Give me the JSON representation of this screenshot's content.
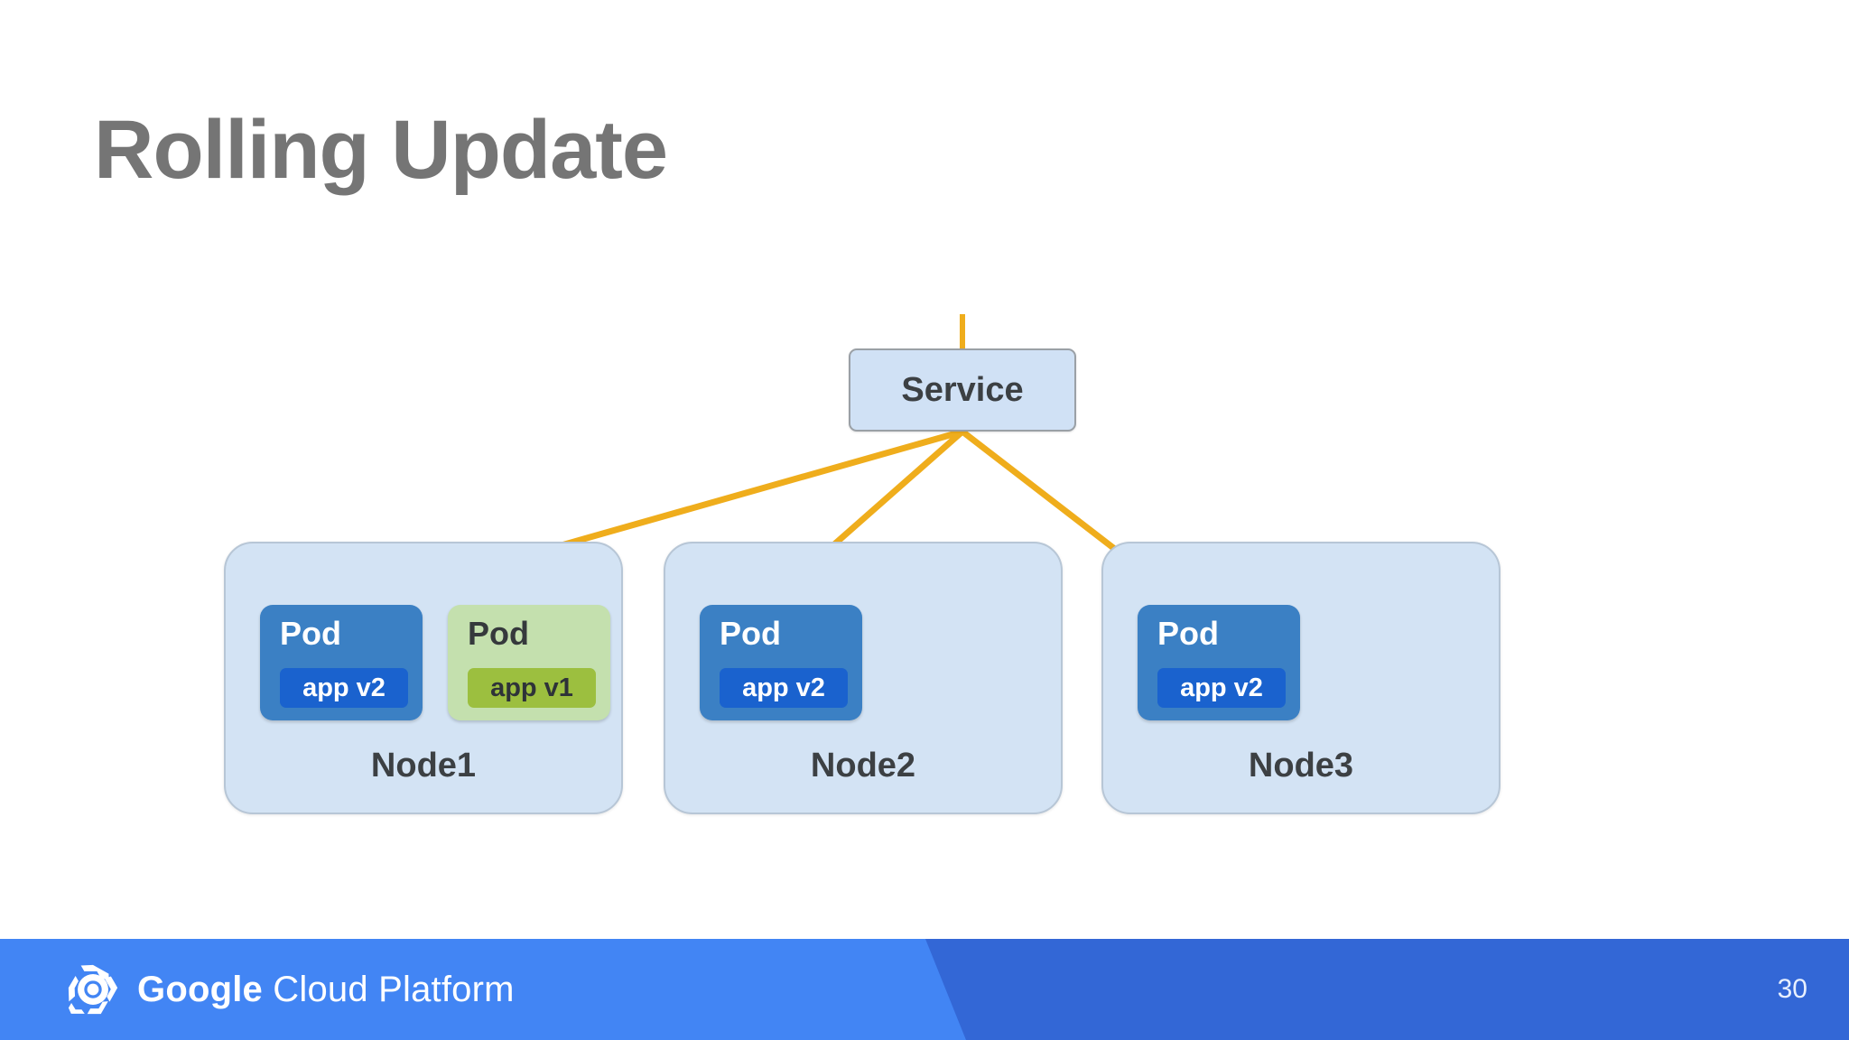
{
  "slide": {
    "title": "Rolling Update",
    "page_number": "30"
  },
  "colors": {
    "title_gray": "#757575",
    "service_fill": "#d0e1f5",
    "service_border": "#9aa0a6",
    "node_fill": "#d3e3f4",
    "node_border": "#b7c6d6",
    "pod_v2_fill": "#3b80c4",
    "pod_v2_badge": "#1a62ce",
    "pod_v1_fill": "#c4e0ae",
    "pod_v1_badge": "#9cbf3f",
    "connector_yellow": "#efad1c",
    "footer_blue": "#4285f4",
    "footer_blue_dark": "#3367d6",
    "text_dark": "#3c4043"
  },
  "diagram": {
    "service": {
      "label": "Service"
    },
    "nodes": [
      {
        "label": "Node1",
        "pods": [
          {
            "title": "Pod",
            "badge": "app v2",
            "version": "v2"
          },
          {
            "title": "Pod",
            "badge": "app v1",
            "version": "v1"
          }
        ]
      },
      {
        "label": "Node2",
        "pods": [
          {
            "title": "Pod",
            "badge": "app v2",
            "version": "v2"
          }
        ]
      },
      {
        "label": "Node3",
        "pods": [
          {
            "title": "Pod",
            "badge": "app v2",
            "version": "v2"
          }
        ]
      }
    ],
    "connectors": [
      {
        "from": "above",
        "to": "service"
      },
      {
        "from": "service",
        "to": "node1-pod-v2"
      },
      {
        "from": "service",
        "to": "node2-pod-v2"
      },
      {
        "from": "service",
        "to": "node3-pod-v2"
      }
    ]
  },
  "footer": {
    "brand_google": "Google",
    "brand_cloud_platform": " Cloud Platform",
    "logo_name": "google-cloud-platform-logo-icon"
  }
}
